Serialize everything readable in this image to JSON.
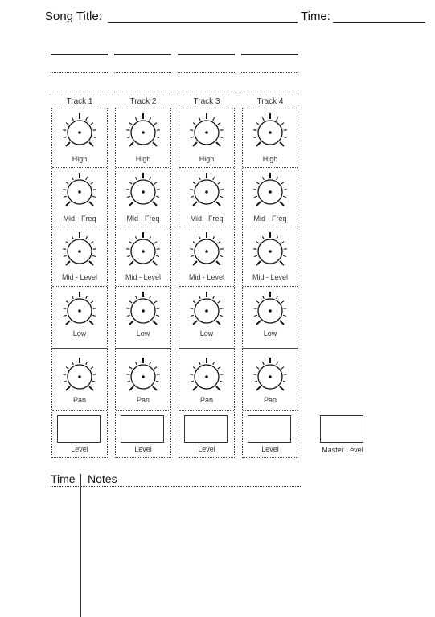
{
  "header": {
    "song_title_label": "Song Title:",
    "time_label": "Time:"
  },
  "tracks": [
    {
      "label": "Track 1"
    },
    {
      "label": "Track 2"
    },
    {
      "label": "Track 3"
    },
    {
      "label": "Track 4"
    }
  ],
  "controls": {
    "high": "High",
    "mid_freq": "Mid - Freq",
    "mid_level": "Mid - Level",
    "low": "Low",
    "pan": "Pan",
    "level": "Level"
  },
  "master": {
    "label": "Master Level"
  },
  "notes": {
    "time_label": "Time",
    "notes_label": "Notes"
  },
  "icons": {
    "knob": "knob-icon"
  }
}
